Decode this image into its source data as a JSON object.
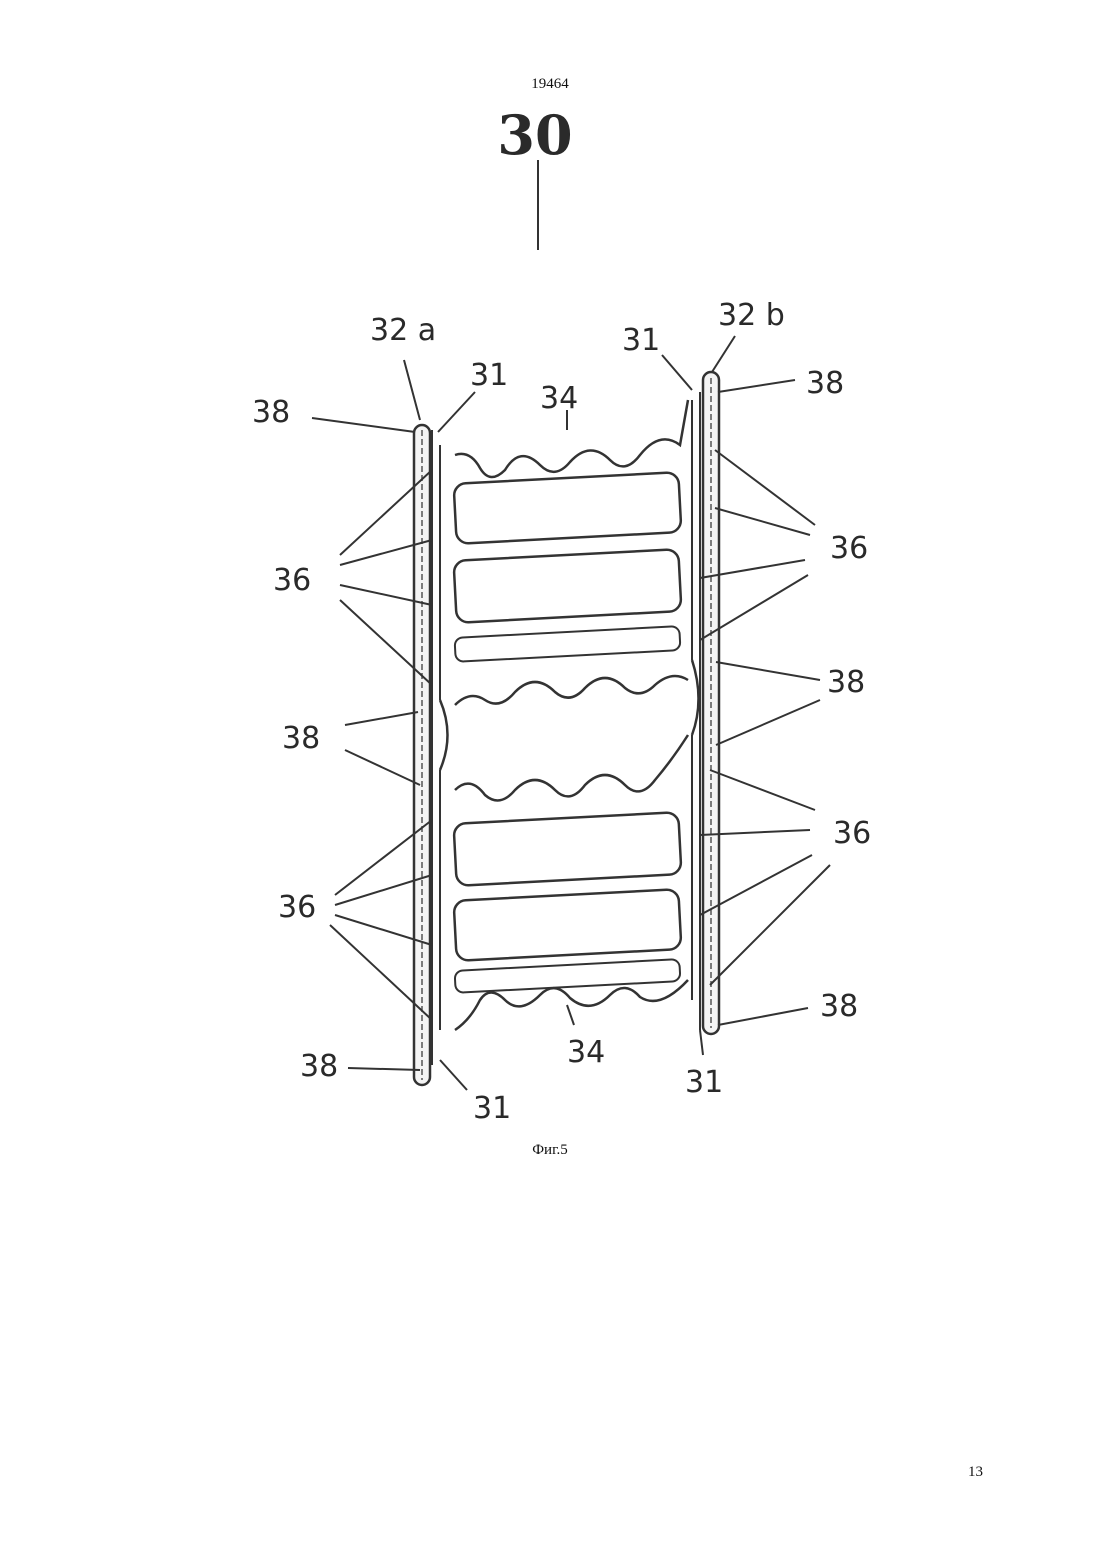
{
  "header": {
    "document_number": "19464"
  },
  "figure": {
    "number": "30",
    "caption": "Фиг.5",
    "labels": {
      "l_32a": "32 a",
      "l_32b": "32 b",
      "l_31_tl": "31",
      "l_31_tr": "31",
      "l_31_bl": "31",
      "l_31_br": "31",
      "l_34_top": "34",
      "l_34_bot": "34",
      "l_38_tl": "38",
      "l_38_tr": "38",
      "l_38_ml": "38",
      "l_38_mr": "38",
      "l_38_bl": "38",
      "l_38_br": "38",
      "l_36_ul": "36",
      "l_36_ur": "36",
      "l_36_ll": "36",
      "l_36_lr": "36"
    }
  },
  "footer": {
    "page_number": "13"
  }
}
